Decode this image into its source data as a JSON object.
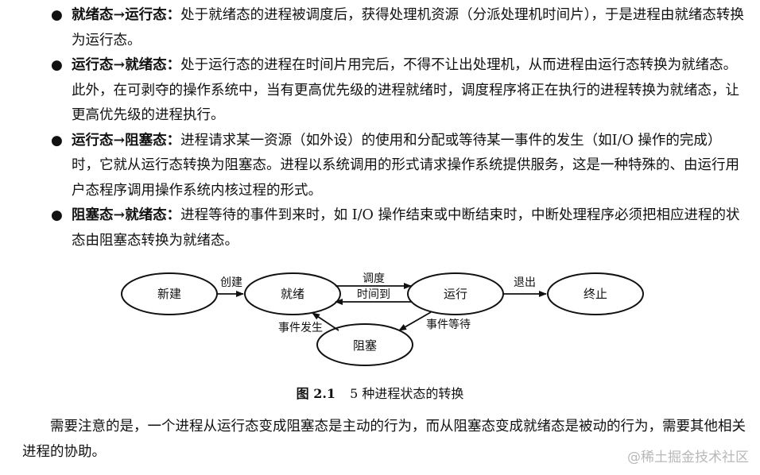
{
  "bullets": [
    {
      "term": "就绪态→运行态：",
      "text": "处于就绪态的进程被调度后，获得处理机资源（分派处理机时间片），于是进程由就绪态转换为运行态。"
    },
    {
      "term": "运行态→就绪态：",
      "text": "处于运行态的进程在时间片用完后，不得不让出处理机，从而进程由运行态转换为就绪态。此外，在可剥夺的操作系统中，当有更高优先级的进程就绪时，调度程序将正在执行的进程转换为就绪态，让更高优先级的进程执行。"
    },
    {
      "term": "运行态→阻塞态：",
      "text": "进程请求某一资源（如外设）的使用和分配或等待某一事件的发生（如I/O 操作的完成）时，它就从运行态转换为阻塞态。进程以系统调用的形式请求操作系统提供服务，这是一种特殊的、由运行用户态程序调用操作系统内核过程的形式。"
    },
    {
      "term": "阻塞态→就绪态：",
      "text": "进程等待的事件到来时，如 I/O 操作结束或中断结束时，中断处理程序必须把相应进程的状态由阻塞态转换为就绪态。"
    }
  ],
  "diagram": {
    "states": {
      "new": "新建",
      "ready": "就绪",
      "running": "运行",
      "terminated": "终止",
      "blocked": "阻塞"
    },
    "transitions": {
      "create": "创建",
      "dispatch": "调度",
      "timeout": "时间到",
      "exit": "退出",
      "wait_event": "事件等待",
      "event_occurs": "事件发生"
    }
  },
  "caption": {
    "number": "图 2.1",
    "title": "5 种进程状态的转换"
  },
  "paragraph": "需要注意的是，一个进程从运行态变成阻塞态是主动的行为，而从阻塞态变成就绪态是被动的行为，需要其他相关进程的协助。",
  "watermark": "@稀土掘金技术社区"
}
